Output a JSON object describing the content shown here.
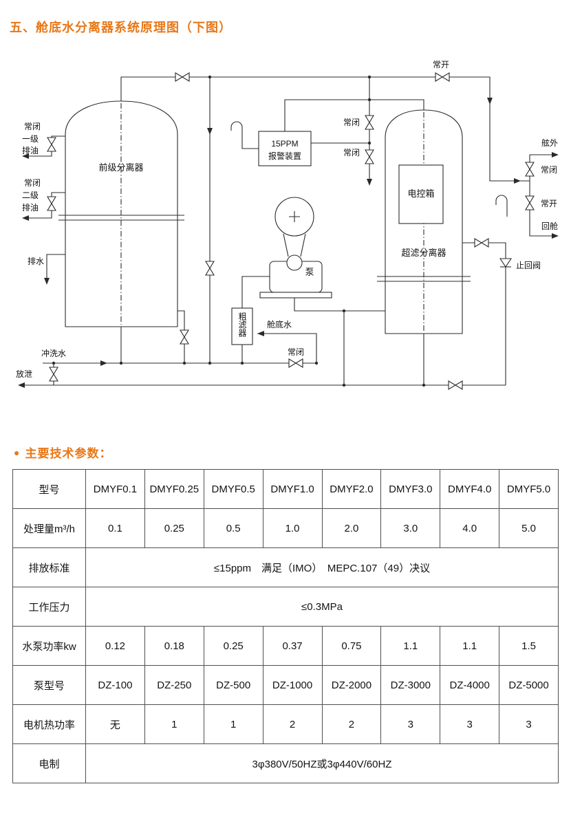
{
  "page": {
    "title": "五、舱底水分离器系统原理图（下图）",
    "section_bullet": "●",
    "section_header": "主要技术参数："
  },
  "diagram": {
    "labels": {
      "tank1": "前级分离器",
      "tank2": "超滤分离器",
      "control_box": "电控箱",
      "alarm_line1": "15PPM",
      "alarm_line2": "报警装置",
      "pump": "泵",
      "coarse_filter": "粗滤器",
      "bilge_water": "舱底水",
      "flush_water": "冲洗水",
      "drain_water": "排水",
      "release": "放泄",
      "outboard": "舷外",
      "return_cabin": "回舱",
      "check_valve": "止回阀",
      "normally_open": "常开",
      "normally_closed": "常闭",
      "oil1_l1": "一级",
      "oil1_l2": "排油",
      "oil2_l1": "二级",
      "oil2_l2": "排油"
    }
  },
  "table": {
    "rows": [
      {
        "label": "型号",
        "values": [
          "DMYF0.1",
          "DMYF0.25",
          "DMYF0.5",
          "DMYF1.0",
          "DMYF2.0",
          "DMYF3.0",
          "DMYF4.0",
          "DMYF5.0"
        ]
      },
      {
        "label": "处理量m³/h",
        "values": [
          "0.1",
          "0.25",
          "0.5",
          "1.0",
          "2.0",
          "3.0",
          "4.0",
          "5.0"
        ]
      },
      {
        "label": "排放标准",
        "span_value": "≤15ppm　满足（IMO）　MEPC.107（49）决议"
      },
      {
        "label": "工作压力",
        "span_value": "≤0.3MPa"
      },
      {
        "label": "水泵功率kw",
        "values": [
          "0.12",
          "0.18",
          "0.25",
          "0.37",
          "0.75",
          "1.1",
          "1.1",
          "1.5"
        ]
      },
      {
        "label": "泵型号",
        "values": [
          "DZ-100",
          "DZ-250",
          "DZ-500",
          "DZ-1000",
          "DZ-2000",
          "DZ-3000",
          "DZ-4000",
          "DZ-5000"
        ]
      },
      {
        "label": "电机热功率",
        "values": [
          "无",
          "1",
          "1",
          "2",
          "2",
          "3",
          "3",
          "3"
        ]
      },
      {
        "label": "电制",
        "span_value": "3φ380V/50HZ或3φ440V/60HZ"
      }
    ]
  }
}
